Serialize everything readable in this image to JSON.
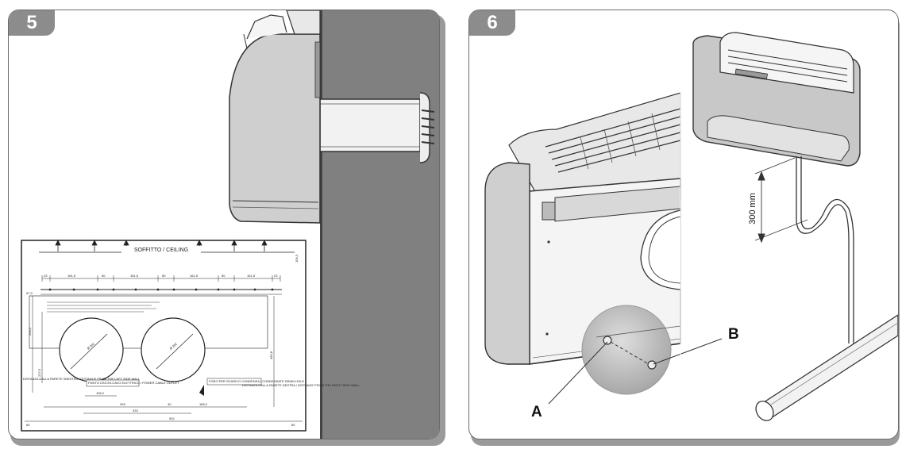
{
  "panels": {
    "left": {
      "number": "5"
    },
    "right": {
      "number": "6"
    }
  },
  "drawing": {
    "ceiling_label": "SOFFITTO / CEILING",
    "dimensions": {
      "seg_a": "23",
      "seg_b": "161,5",
      "seg_c": "50",
      "seg_d": "161,5",
      "seg_e": "50",
      "seg_f": "161,5",
      "seg_g": "50",
      "seg_h": "161,5",
      "seg_i": "23",
      "left_top": "57,3",
      "left_mid": "294,3",
      "left_low": "227,6",
      "right_vert": "455,8",
      "small_h": "106,2",
      "bottom_a": "293",
      "bottom_b": "40",
      "bottom_c": "185,2",
      "bottom_d": "333",
      "bottom_total": "902",
      "corner_right": "109,3",
      "bottom_left": "60",
      "bottom_right": "60",
      "phi_a": "Ø 202",
      "phi_b": "Ø 202"
    },
    "callouts": {
      "power_outlet": "PUNTO USCITA CAVO ELETTRICO / POWER CABLE OUTLET",
      "drain": "FORO PER SCARICO CONDENSA / CONDENSATE DRAIN HOLE"
    },
    "side_notes": {
      "left_a": "DISTANZA DALLA PARETE SINISTRA / DISTANCE FROM THE LEFT SIDE WALL",
      "right_a": "DISTANZA DALLA PARETE DESTRA / DISTANCE FROM THE RIGHT SIDE WALL"
    }
  },
  "right_panel": {
    "measure": "300 mm",
    "label_a": "A",
    "label_b": "B"
  },
  "colors": {
    "tab_gray": "#8c8c8c",
    "wall_gray": "#808080",
    "unit_gray": "#cfcfcf",
    "shadow_gray": "#9a9a9a"
  }
}
